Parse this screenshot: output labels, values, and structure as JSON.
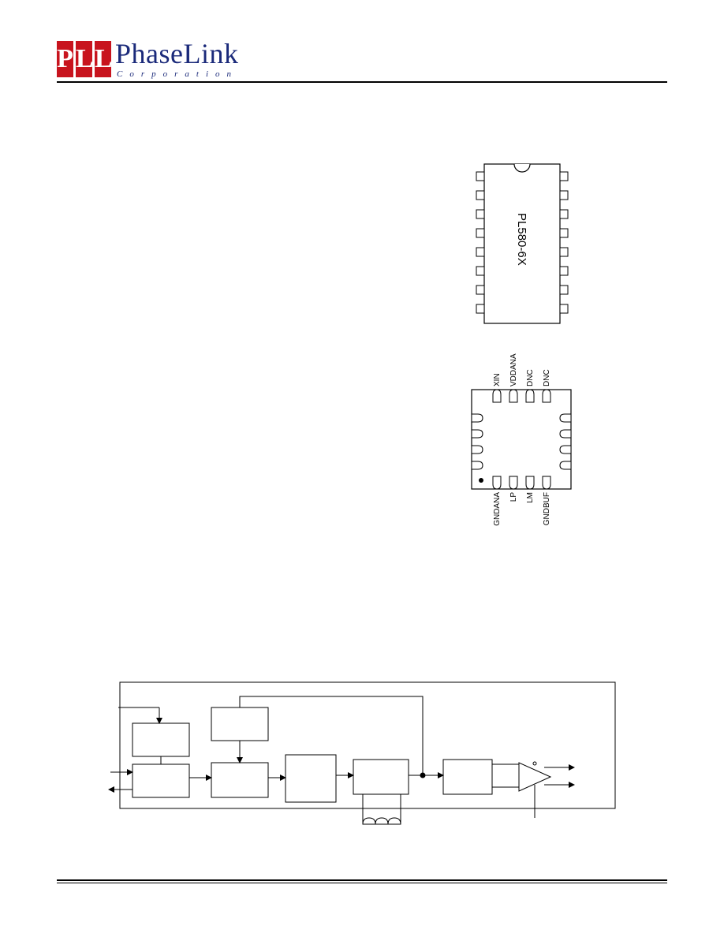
{
  "logo": {
    "letters": [
      "P",
      "L",
      "L"
    ],
    "name": "PhaseLink",
    "subtitle": "Corporation",
    "brand_red": "#c8141e",
    "brand_blue": "#1b2a7a"
  },
  "dip_package": {
    "part_label": "PL580-6X",
    "pins_per_side": 8
  },
  "qfn_package": {
    "top_pins": [
      "XIN",
      "VDDANA",
      "DNC",
      "DNC"
    ],
    "bottom_pins": [
      "GNDANA",
      "LP",
      "LM",
      "GNDBUF"
    ],
    "side_pins_per_side": 4
  }
}
